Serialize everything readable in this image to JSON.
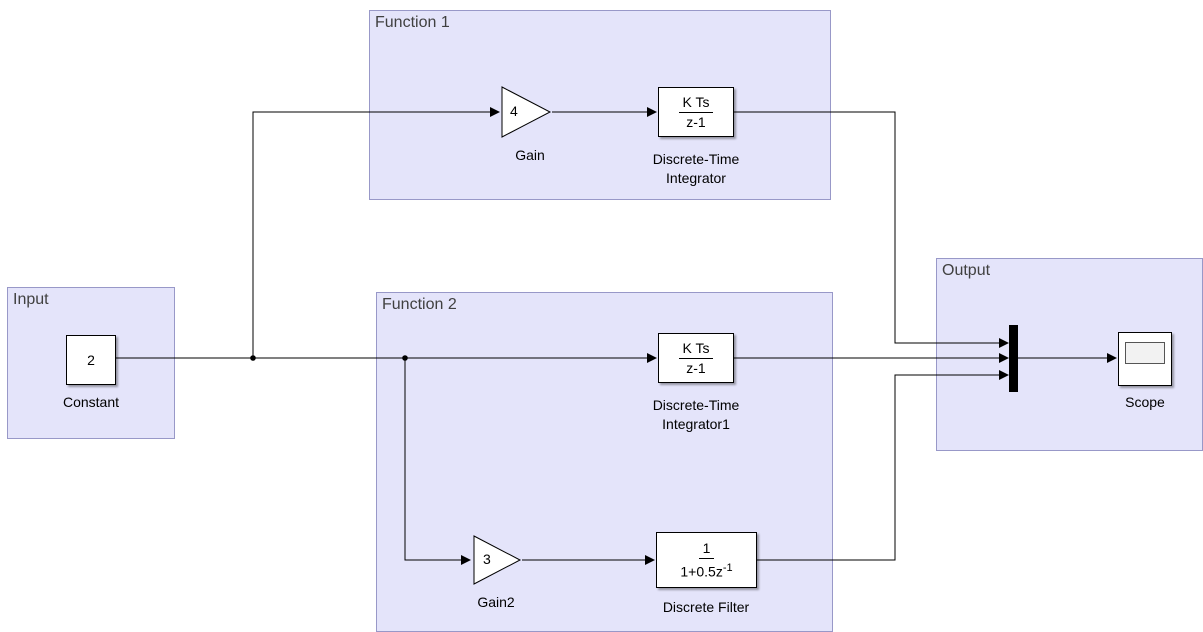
{
  "areas": {
    "input": "Input",
    "function1": "Function 1",
    "function2": "Function 2",
    "output": "Output"
  },
  "blocks": {
    "constant": {
      "value": "2",
      "label": "Constant"
    },
    "gain": {
      "value": "4",
      "label": "Gain"
    },
    "integrator": {
      "num": "K Ts",
      "den": "z-1",
      "label_line1": "Discrete-Time",
      "label_line2": "Integrator"
    },
    "integrator1": {
      "num": "K Ts",
      "den": "z-1",
      "label_line1": "Discrete-Time",
      "label_line2": "Integrator1"
    },
    "gain2": {
      "value": "3",
      "label": "Gain2"
    },
    "filter": {
      "num": "1",
      "den_base": "1+0.5z",
      "den_exp": "-1",
      "label": "Discrete Filter"
    },
    "scope": {
      "label": "Scope"
    }
  },
  "colors": {
    "area_fill": "#e4e4fa",
    "area_border": "#9898c8",
    "line": "#000000"
  }
}
